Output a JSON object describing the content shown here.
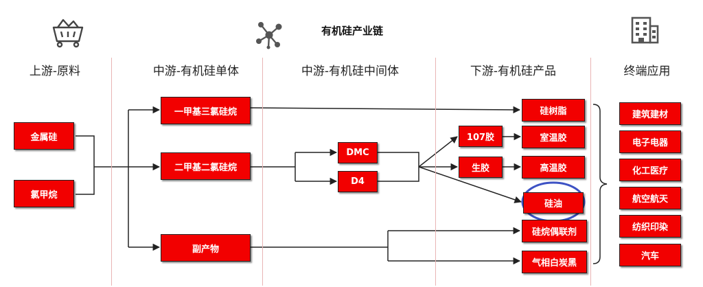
{
  "title": "有机硅产业链",
  "icons": {
    "left": "basket-icon",
    "center": "molecule-icon",
    "right": "building-icon"
  },
  "columns": [
    {
      "label": "上游-原料"
    },
    {
      "label": "中游-有机硅单体"
    },
    {
      "label": "中游-有机硅中间体"
    },
    {
      "label": "下游-有机硅产品"
    },
    {
      "label": "终端应用"
    }
  ],
  "upstream": [
    "金属硅",
    "氯甲烷"
  ],
  "monomers": [
    "一甲基三氯硅烷",
    "二甲基二氯硅烷",
    "副产物"
  ],
  "intermediates": [
    "DMC",
    "D4"
  ],
  "sub_products": [
    "107胶",
    "生胶"
  ],
  "products": [
    "硅树脂",
    "室温胶",
    "高温胶",
    "硅油",
    "硅烷偶联剂",
    "气相白炭黑"
  ],
  "applications": [
    "建筑建材",
    "电子电器",
    "化工医疗",
    "航空航天",
    "纺织印染",
    "汽车"
  ],
  "colors": {
    "box": "#f20000",
    "highlight": "#3d52c4",
    "line": "#222222",
    "separator": "#e9b4b4"
  }
}
